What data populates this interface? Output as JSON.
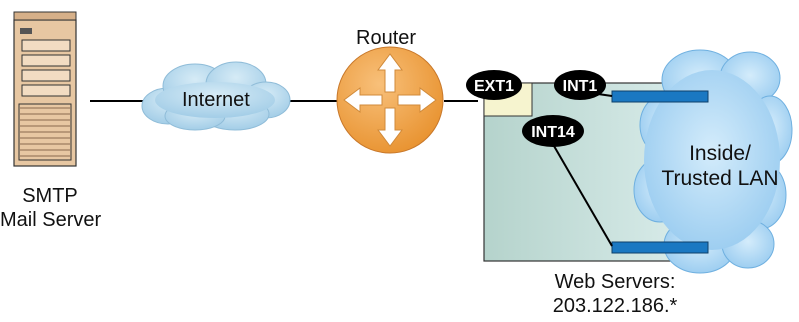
{
  "nodes": {
    "mail_server": {
      "label_line1": "SMTP",
      "label_line2": "Mail Server",
      "icon": "server-tower-icon"
    },
    "internet": {
      "label": "Internet",
      "icon": "cloud-icon"
    },
    "router": {
      "label": "Router",
      "icon": "router-icon"
    },
    "firewall": {
      "ports": {
        "ext1": "EXT1",
        "int1": "INT1",
        "int14": "INT14"
      }
    },
    "inside_lan": {
      "label_line1": "Inside/",
      "label_line2": "Trusted LAN",
      "icon": "cloud-icon"
    },
    "web_servers": {
      "label_line1": "Web Servers:",
      "label_line2": "203.122.186.*"
    }
  },
  "colors": {
    "internet_cloud": "#b6d7ea",
    "lan_cloud": "#a9d3f0",
    "router": "#f2a54a",
    "firewall_box": "#bfdad7",
    "segment_bar": "#1a78c2",
    "port_badge": "#000000",
    "server": "#e7c7a2"
  }
}
